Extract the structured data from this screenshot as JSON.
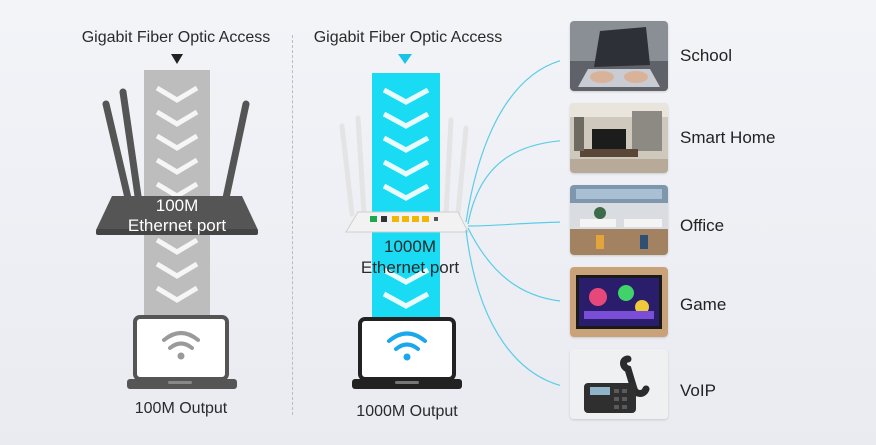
{
  "left": {
    "title": "Gigabit Fiber Optic Access",
    "router_text_line1": "100M",
    "router_text_line2": "Ethernet port",
    "output_label": "100M Output",
    "beam_color": "#bdbdbd"
  },
  "right": {
    "title": "Gigabit Fiber Optic Access",
    "port_text_line1": "1000M",
    "port_text_line2": "Ethernet port",
    "output_label": "1000M Output",
    "beam_color": "#19dbf4"
  },
  "uses": [
    {
      "label": "School",
      "icon": "laptop-typing-image"
    },
    {
      "label": "Smart Home",
      "icon": "living-room-image"
    },
    {
      "label": "Office",
      "icon": "office-image"
    },
    {
      "label": "Game",
      "icon": "game-screen-image"
    },
    {
      "label": "VoIP",
      "icon": "telephone-image"
    }
  ],
  "colors": {
    "accent_cyan": "#19dbf4",
    "wifi_blue": "#1aa7ec",
    "connector_line": "#5ccde6"
  }
}
